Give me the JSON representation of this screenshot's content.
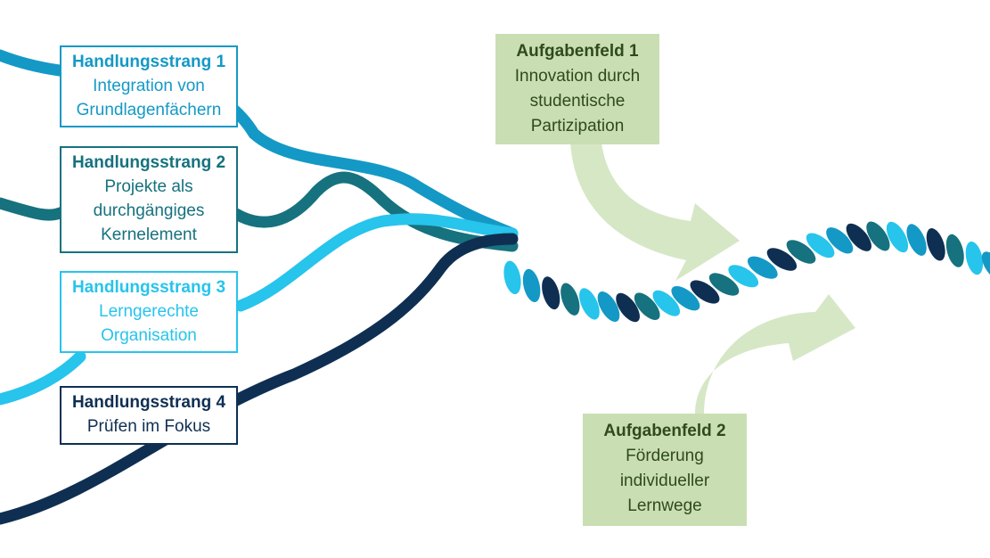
{
  "colors": {
    "strand1": "#1499c6",
    "strand2": "#16727e",
    "strand3": "#27c4ec",
    "strand4": "#0f2f52",
    "rope_pattern": [
      "#27c4ec",
      "#1499c6",
      "#0f2f52",
      "#16727e"
    ],
    "field_fill": "#c9dfb3",
    "field_text": "#2f4a1d",
    "arrow_fill": "#d6e7c6"
  },
  "strands": [
    {
      "id": "1",
      "title": "Handlungsstrang 1",
      "lines": [
        "Integration von",
        "Grundlagenfächern"
      ]
    },
    {
      "id": "2",
      "title": "Handlungsstrang 2",
      "lines": [
        "Projekte als",
        "durchgängiges",
        "Kernelement"
      ]
    },
    {
      "id": "3",
      "title": "Handlungsstrang 3",
      "lines": [
        "Lerngerechte",
        "Organisation"
      ]
    },
    {
      "id": "4",
      "title": "Handlungsstrang 4",
      "lines": [
        "Prüfen im Fokus"
      ]
    }
  ],
  "fields": [
    {
      "id": "1",
      "title": "Aufgabenfeld 1",
      "lines": [
        "Innovation durch",
        "studentische",
        "Partizipation"
      ]
    },
    {
      "id": "2",
      "title": "Aufgabenfeld 2",
      "lines": [
        "Förderung",
        "individueller",
        "Lernwege"
      ]
    }
  ]
}
